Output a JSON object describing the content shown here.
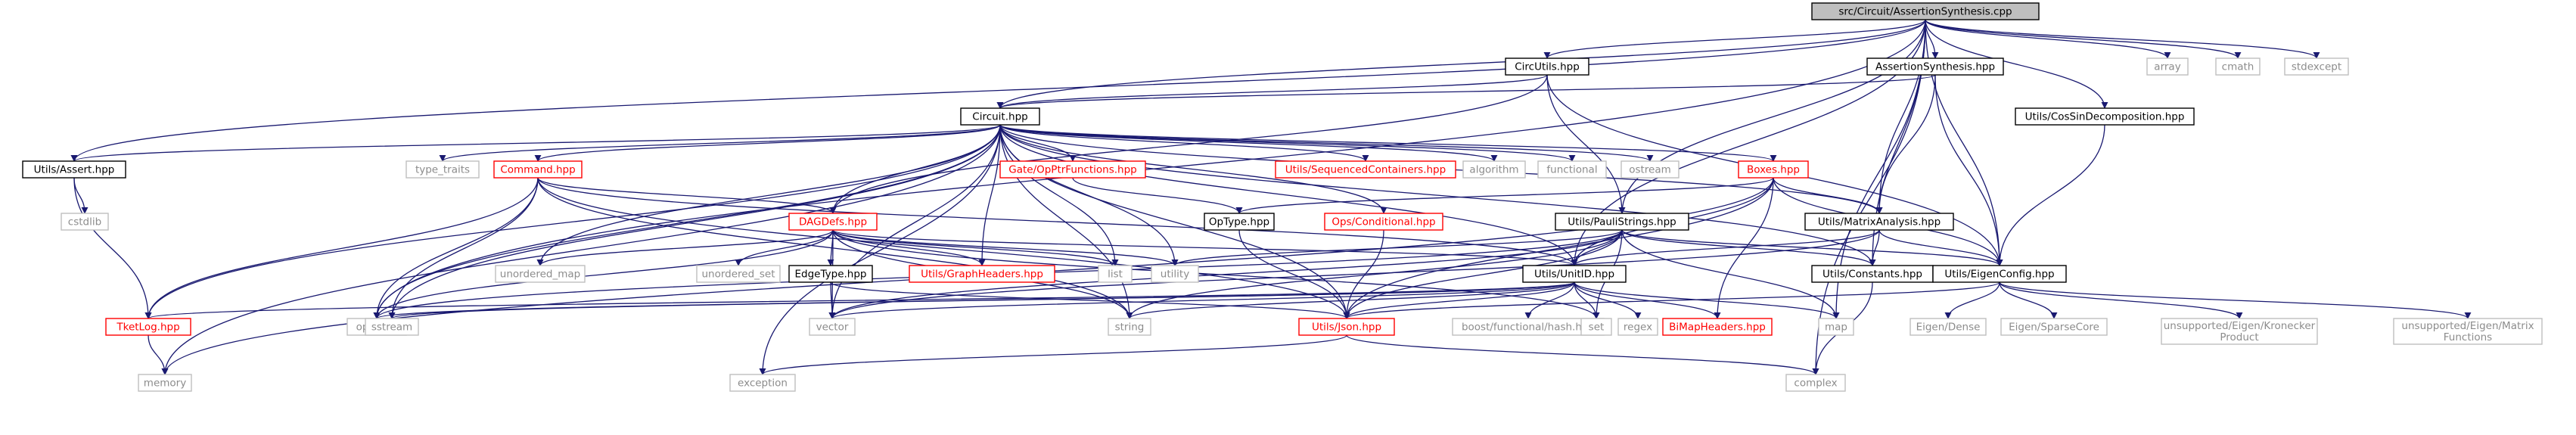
{
  "diagram": {
    "colors": {
      "edge": "#191970",
      "focus_fill": "#bfbfbf",
      "box_fill": "#ffffff",
      "box_stroke": "#000000",
      "link_stroke": "#ff0000",
      "link_text": "#ff0000",
      "system_stroke": "#bfbfbf",
      "system_text": "#8c8c8c",
      "normal_text": "#000000"
    },
    "nodes": [
      {
        "id": "root",
        "label": "src/Circuit/AssertionSynthesis.cpp",
        "kind": "focus"
      },
      {
        "id": "circutils",
        "label": "CircUtils.hpp",
        "kind": "normal"
      },
      {
        "id": "assertsynth",
        "label": "AssertionSynthesis.hpp",
        "kind": "normal"
      },
      {
        "id": "array",
        "label": "array",
        "kind": "system"
      },
      {
        "id": "cmath",
        "label": "cmath",
        "kind": "system"
      },
      {
        "id": "stdexcept",
        "label": "stdexcept",
        "kind": "system"
      },
      {
        "id": "circuit",
        "label": "Circuit.hpp",
        "kind": "normal"
      },
      {
        "id": "cossin",
        "label": "Utils/CosSinDecomposition.hpp",
        "kind": "normal"
      },
      {
        "id": "uassert",
        "label": "Utils/Assert.hpp",
        "kind": "normal"
      },
      {
        "id": "type_traits",
        "label": "type_traits",
        "kind": "system"
      },
      {
        "id": "command",
        "label": "Command.hpp",
        "kind": "link"
      },
      {
        "id": "gateop",
        "label": "Gate/OpPtrFunctions.hpp",
        "kind": "link"
      },
      {
        "id": "seqcont",
        "label": "Utils/SequencedContainers.hpp",
        "kind": "link"
      },
      {
        "id": "algorithm",
        "label": "algorithm",
        "kind": "system"
      },
      {
        "id": "functional",
        "label": "functional",
        "kind": "system"
      },
      {
        "id": "ostream",
        "label": "ostream",
        "kind": "system"
      },
      {
        "id": "boxes",
        "label": "Boxes.hpp",
        "kind": "link"
      },
      {
        "id": "cstdlib",
        "label": "cstdlib",
        "kind": "system"
      },
      {
        "id": "dagdefs",
        "label": "DAGDefs.hpp",
        "kind": "link"
      },
      {
        "id": "optype",
        "label": "OpType.hpp",
        "kind": "normal"
      },
      {
        "id": "opscond",
        "label": "Ops/Conditional.hpp",
        "kind": "link"
      },
      {
        "id": "pauli",
        "label": "Utils/PauliStrings.hpp",
        "kind": "normal"
      },
      {
        "id": "matanal",
        "label": "Utils/MatrixAnalysis.hpp",
        "kind": "normal"
      },
      {
        "id": "unordered_map",
        "label": "unordered_map",
        "kind": "system"
      },
      {
        "id": "unordered_set",
        "label": "unordered_set",
        "kind": "system"
      },
      {
        "id": "edgetype",
        "label": "EdgeType.hpp",
        "kind": "normal"
      },
      {
        "id": "graphheaders",
        "label": "Utils/GraphHeaders.hpp",
        "kind": "link"
      },
      {
        "id": "list",
        "label": "list",
        "kind": "system"
      },
      {
        "id": "utility",
        "label": "utility",
        "kind": "system"
      },
      {
        "id": "unitid",
        "label": "Utils/UnitID.hpp",
        "kind": "normal"
      },
      {
        "id": "constants",
        "label": "Utils/Constants.hpp",
        "kind": "normal"
      },
      {
        "id": "eigenconfig",
        "label": "Utils/EigenConfig.hpp",
        "kind": "normal"
      },
      {
        "id": "tketlog",
        "label": "TketLog.hpp",
        "kind": "link"
      },
      {
        "id": "optional",
        "label": "optional",
        "kind": "system"
      },
      {
        "id": "sstream",
        "label": "sstream",
        "kind": "system"
      },
      {
        "id": "vector",
        "label": "vector",
        "kind": "system"
      },
      {
        "id": "string",
        "label": "string",
        "kind": "system"
      },
      {
        "id": "json",
        "label": "Utils/Json.hpp",
        "kind": "link"
      },
      {
        "id": "boosthash",
        "label": "boost/functional/hash.hpp",
        "kind": "system"
      },
      {
        "id": "set",
        "label": "set",
        "kind": "system"
      },
      {
        "id": "regex",
        "label": "regex",
        "kind": "system"
      },
      {
        "id": "bimap",
        "label": "BiMapHeaders.hpp",
        "kind": "link"
      },
      {
        "id": "map",
        "label": "map",
        "kind": "system"
      },
      {
        "id": "eigendense",
        "label": "Eigen/Dense",
        "kind": "system"
      },
      {
        "id": "eigensparse",
        "label": "Eigen/SparseCore",
        "kind": "system"
      },
      {
        "id": "kronecker",
        "label": [
          "unsupported/Eigen/Kronecker",
          "Product"
        ],
        "kind": "system"
      },
      {
        "id": "matfunc",
        "label": [
          "unsupported/Eigen/Matrix",
          "Functions"
        ],
        "kind": "system"
      },
      {
        "id": "memory",
        "label": "memory",
        "kind": "system"
      },
      {
        "id": "exception",
        "label": "exception",
        "kind": "system"
      },
      {
        "id": "complex",
        "label": "complex",
        "kind": "system"
      }
    ],
    "edges": [
      [
        "root",
        "circutils"
      ],
      [
        "root",
        "assertsynth"
      ],
      [
        "root",
        "array"
      ],
      [
        "root",
        "cmath"
      ],
      [
        "root",
        "stdexcept"
      ],
      [
        "root",
        "circuit"
      ],
      [
        "root",
        "cossin"
      ],
      [
        "root",
        "uassert"
      ],
      [
        "root",
        "optional"
      ],
      [
        "root",
        "complex"
      ],
      [
        "root",
        "eigenconfig"
      ],
      [
        "root",
        "matanal"
      ],
      [
        "root",
        "unitid"
      ],
      [
        "root",
        "constants"
      ],
      [
        "root",
        "pauli"
      ],
      [
        "root",
        "map"
      ],
      [
        "circutils",
        "circuit"
      ],
      [
        "circutils",
        "pauli"
      ],
      [
        "circutils",
        "eigenconfig"
      ],
      [
        "circutils",
        "dagdefs"
      ],
      [
        "assertsynth",
        "circuit"
      ],
      [
        "assertsynth",
        "matanal"
      ],
      [
        "assertsynth",
        "eigenconfig"
      ],
      [
        "cossin",
        "eigenconfig"
      ],
      [
        "circuit",
        "uassert"
      ],
      [
        "circuit",
        "type_traits"
      ],
      [
        "circuit",
        "command"
      ],
      [
        "circuit",
        "gateop"
      ],
      [
        "circuit",
        "seqcont"
      ],
      [
        "circuit",
        "algorithm"
      ],
      [
        "circuit",
        "functional"
      ],
      [
        "circuit",
        "ostream"
      ],
      [
        "circuit",
        "boxes"
      ],
      [
        "circuit",
        "dagdefs"
      ],
      [
        "circuit",
        "opscond"
      ],
      [
        "circuit",
        "json"
      ],
      [
        "circuit",
        "unordered_map"
      ],
      [
        "circuit",
        "graphheaders"
      ],
      [
        "circuit",
        "list"
      ],
      [
        "circuit",
        "utility"
      ],
      [
        "circuit",
        "tketlog"
      ],
      [
        "circuit",
        "optional"
      ],
      [
        "circuit",
        "sstream"
      ],
      [
        "circuit",
        "vector"
      ],
      [
        "circuit",
        "memory"
      ],
      [
        "circuit",
        "exception"
      ],
      [
        "circuit",
        "string"
      ],
      [
        "circuit",
        "constants"
      ],
      [
        "circuit",
        "matanal"
      ],
      [
        "circuit",
        "unitid"
      ],
      [
        "uassert",
        "cstdlib"
      ],
      [
        "uassert",
        "tketlog"
      ],
      [
        "command",
        "dagdefs"
      ],
      [
        "command",
        "tketlog"
      ],
      [
        "command",
        "optional"
      ],
      [
        "command",
        "sstream"
      ],
      [
        "command",
        "string"
      ],
      [
        "command",
        "unitid"
      ],
      [
        "command",
        "json"
      ],
      [
        "gateop",
        "optype"
      ],
      [
        "boxes",
        "optype"
      ],
      [
        "boxes",
        "matanal"
      ],
      [
        "boxes",
        "unitid"
      ],
      [
        "boxes",
        "json"
      ],
      [
        "boxes",
        "eigenconfig"
      ],
      [
        "boxes",
        "memory"
      ],
      [
        "boxes",
        "bimap"
      ],
      [
        "dagdefs",
        "edgetype"
      ],
      [
        "dagdefs",
        "graphheaders"
      ],
      [
        "dagdefs",
        "list"
      ],
      [
        "dagdefs",
        "utility"
      ],
      [
        "dagdefs",
        "unitid"
      ],
      [
        "dagdefs",
        "unordered_map"
      ],
      [
        "dagdefs",
        "unordered_set"
      ],
      [
        "dagdefs",
        "optional"
      ],
      [
        "dagdefs",
        "vector"
      ],
      [
        "dagdefs",
        "string"
      ],
      [
        "dagdefs",
        "set"
      ],
      [
        "optype",
        "json"
      ],
      [
        "opscond",
        "json"
      ],
      [
        "pauli",
        "unitid"
      ],
      [
        "pauli",
        "constants"
      ],
      [
        "pauli",
        "eigenconfig"
      ],
      [
        "pauli",
        "json"
      ],
      [
        "pauli",
        "utility"
      ],
      [
        "pauli",
        "vector"
      ],
      [
        "pauli",
        "string"
      ],
      [
        "pauli",
        "set"
      ],
      [
        "pauli",
        "map"
      ],
      [
        "pauli",
        "optional"
      ],
      [
        "matanal",
        "constants"
      ],
      [
        "matanal",
        "eigenconfig"
      ],
      [
        "matanal",
        "unitid"
      ],
      [
        "matanal",
        "vector"
      ],
      [
        "edgetype",
        "vector"
      ],
      [
        "edgetype",
        "json"
      ],
      [
        "unitid",
        "json"
      ],
      [
        "unitid",
        "bimap"
      ],
      [
        "unitid",
        "boosthash"
      ],
      [
        "unitid",
        "set"
      ],
      [
        "unitid",
        "regex"
      ],
      [
        "unitid",
        "map"
      ],
      [
        "unitid",
        "string"
      ],
      [
        "unitid",
        "vector"
      ],
      [
        "unitid",
        "sstream"
      ],
      [
        "unitid",
        "optional"
      ],
      [
        "unitid",
        "tketlog"
      ],
      [
        "constants",
        "complex"
      ],
      [
        "eigenconfig",
        "eigendense"
      ],
      [
        "eigenconfig",
        "eigensparse"
      ],
      [
        "eigenconfig",
        "kronecker"
      ],
      [
        "eigenconfig",
        "matfunc"
      ],
      [
        "eigenconfig",
        "json"
      ],
      [
        "tketlog",
        "memory"
      ],
      [
        "json",
        "exception"
      ],
      [
        "json",
        "complex"
      ]
    ]
  }
}
